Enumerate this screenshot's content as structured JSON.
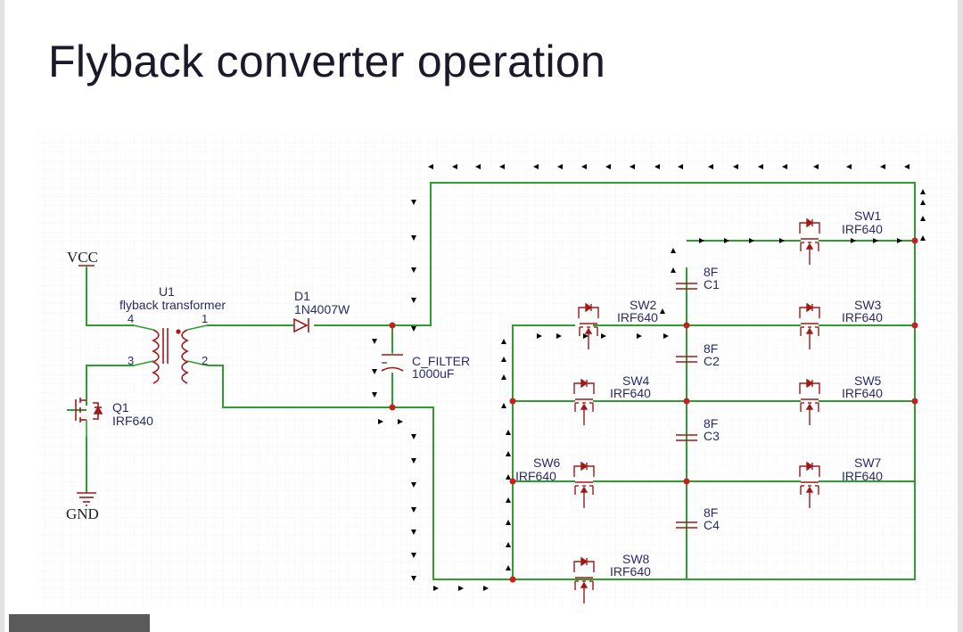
{
  "slide": {
    "title": "Flyback converter operation"
  },
  "schematic": {
    "power": {
      "vcc": "VCC",
      "gnd": "GND"
    },
    "transformer": {
      "ref": "U1",
      "name": "flyback transformer",
      "pins": [
        "4",
        "1",
        "3",
        "2"
      ]
    },
    "diode": {
      "ref": "D1",
      "value": "1N4007W"
    },
    "mosfet_q1": {
      "ref": "Q1",
      "value": "IRF640"
    },
    "filter_cap": {
      "ref": "C_FILTER",
      "value": "1000uF"
    },
    "switches": [
      {
        "ref": "SW1",
        "value": "IRF640"
      },
      {
        "ref": "SW2",
        "value": "IRF640"
      },
      {
        "ref": "SW3",
        "value": "IRF640"
      },
      {
        "ref": "SW4",
        "value": "IRF640"
      },
      {
        "ref": "SW5",
        "value": "IRF640"
      },
      {
        "ref": "SW6",
        "value": "IRF640"
      },
      {
        "ref": "SW7",
        "value": "IRF640"
      },
      {
        "ref": "SW8",
        "value": "IRF640"
      }
    ],
    "capacitors": [
      {
        "ref": "C1",
        "value": "8F"
      },
      {
        "ref": "C2",
        "value": "8F"
      },
      {
        "ref": "C3",
        "value": "8F"
      },
      {
        "ref": "C4",
        "value": "8F"
      }
    ],
    "colors": {
      "wire": "#2ca02c",
      "component": "#a01818",
      "dot": "#c81e1e",
      "arrow": "#000000",
      "label": "#2a2a6a"
    }
  }
}
